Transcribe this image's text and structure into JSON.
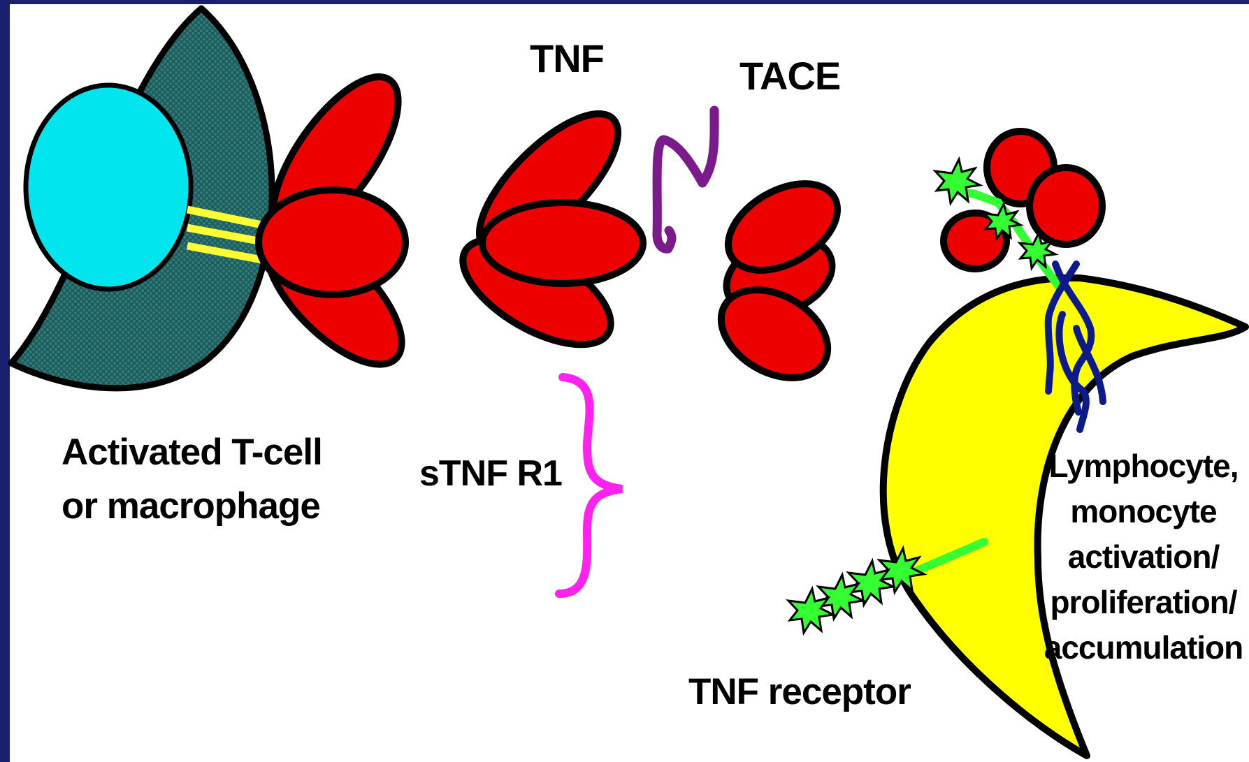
{
  "labels": {
    "tnf": "TNF",
    "tace": "TACE",
    "cell_line1": "Activated T-cell",
    "cell_line2": "or macrophage",
    "stnf_r1": "sTNF R1",
    "receptor": "TNF receptor",
    "outcome": [
      "Lymphocyte,",
      "monocyte",
      "activation/",
      "proliferation/",
      "accumulation"
    ]
  },
  "colors": {
    "frame": "#1a1f6e",
    "background": "#ffffff",
    "cell_body": "#2e7b7b",
    "nucleus": "#00e5ee",
    "tnf": "#ee0000",
    "membrane_link": "#ffff33",
    "tace": "#7b1a8a",
    "stnf_r1": "#ff22ee",
    "target_cell": "#ffff00",
    "receptor": "#33ff33",
    "receptor_chain": "#0d1a8a"
  }
}
